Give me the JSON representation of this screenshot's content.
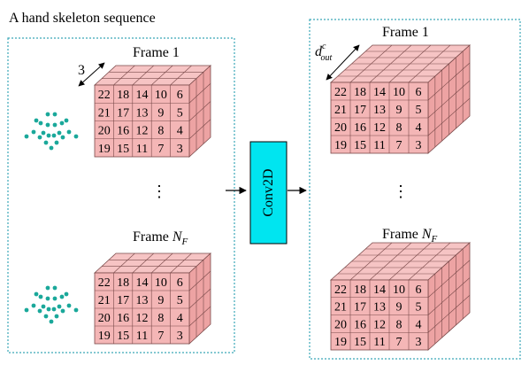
{
  "title": "A hand skeleton sequence",
  "left_panel": {
    "frame_first_label": "Frame 1",
    "frame_last_label_prefix": "Frame ",
    "frame_last_label_var": "N",
    "frame_last_label_sub": "F",
    "depth_label": "3",
    "ellipsis": "⋮",
    "grid_rows": [
      [
        "22",
        "18",
        "14",
        "10",
        "6"
      ],
      [
        "21",
        "17",
        "13",
        "9",
        "5"
      ],
      [
        "20",
        "16",
        "12",
        "8",
        "4"
      ],
      [
        "19",
        "15",
        "11",
        "7",
        "3"
      ]
    ]
  },
  "operation": {
    "label": "Conv2D"
  },
  "right_panel": {
    "frame_first_label": "Frame 1",
    "frame_last_label_prefix": "Frame ",
    "frame_last_label_var": "N",
    "frame_last_label_sub": "F",
    "depth_label_var": "d",
    "depth_label_sup": "c",
    "depth_label_sub": "out",
    "ellipsis": "⋮"
  },
  "colors": {
    "cube_face": "#f4b6b6",
    "cube_side": "#eda3a3",
    "cube_top": "#f6c4c4",
    "grid_line": "#7a4a4a",
    "panel_border": "#3aa6b8",
    "conv_box": "#00e5f0",
    "skeleton": "#1aa89a"
  }
}
